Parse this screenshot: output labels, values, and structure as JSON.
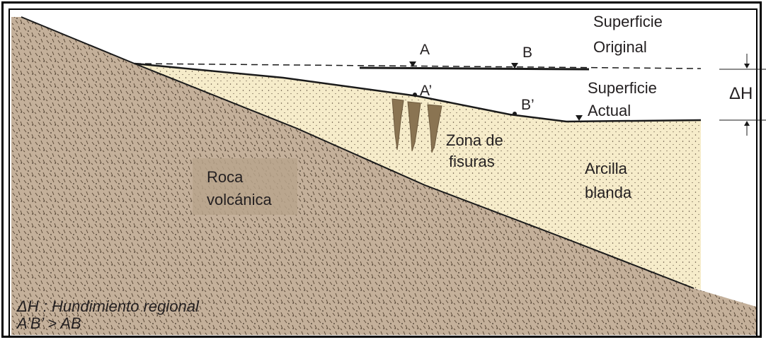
{
  "colors": {
    "rock": "#c4b09a",
    "rock_label_bg": "#b8a48c",
    "clay": "#f6ecca",
    "sky": "#ffffff",
    "crack": "#8a7452",
    "ink": "#1a1a1a"
  },
  "labels": {
    "surface_original_1": "Superficie",
    "surface_original_2": "Original",
    "surface_actual_1": "Superficie",
    "surface_actual_2": "Actual",
    "delta_h": "ΔH",
    "marker_a": "A",
    "marker_b": "B",
    "marker_a_prime": "A’",
    "marker_b_prime": "B’",
    "crack_zone_1": "Zona de",
    "crack_zone_2": "fisuras",
    "clay_1": "Arcilla",
    "clay_2": "blanda",
    "rock_1": "Roca",
    "rock_2": "volcánica"
  },
  "legend": {
    "line1": "ΔH : Hundimiento regional",
    "line2": "A’B’ > AB"
  }
}
